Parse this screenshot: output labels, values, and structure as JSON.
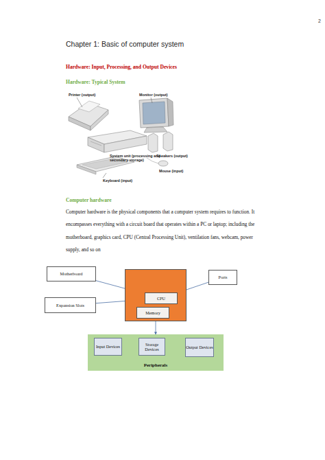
{
  "diagram": {
    "title": "Chapter 1: Basic of computer system",
    "nodes": [
      {
        "text": [
          "Motherboard"
        ]
      },
      {
        "text": []
      },
      {
        "text": [
          "CPU"
        ],
        "in": 1
      },
      {
        "text": [
          "Memory"
        ],
        "in": 1
      },
      {
        "text": [
          "Ports"
        ]
      },
      {
        "text": [
          "Expansion Slots"
        ]
      },
      {
        "text": [
          "Peripherals"
        ]
      },
      {
        "text": [
          "Input Devices"
        ],
        "in": 6
      },
      {
        "text": [
          "Storage Devices"
        ],
        "in": 6
      },
      {
        "text": [
          "Output Devices"
        ],
        "in": 6
      }
    ],
    "edges": [
      {
        "from": 0,
        "to": 2,
        "arrow": "to"
      },
      {
        "from": 5,
        "to": 2,
        "arrow": "to"
      },
      {
        "from": 4,
        "to": 2,
        "arrow": "to"
      },
      {
        "from": 1,
        "to": 6,
        "arrow": "to"
      }
    ],
    "labels": [
      "2",
      "Hardware: Input, Processing, and Output Devices",
      "Hardware: Typical System",
      "Printer (output)",
      "Monitor (output)",
      "System unit (processing and secondary storage)",
      "Speakers (output)",
      "Mouse (input)",
      "Keyboard (input)",
      "Computer hardware",
      "Computer hardware is the physical components that a computer system requires to function. It encompasses everything with a circuit board that operates within a PC or laptop; including the motherboard, graphics card, CPU (Central Processing Unit), ventilation fans, webcam, power supply, and so on"
    ]
  }
}
